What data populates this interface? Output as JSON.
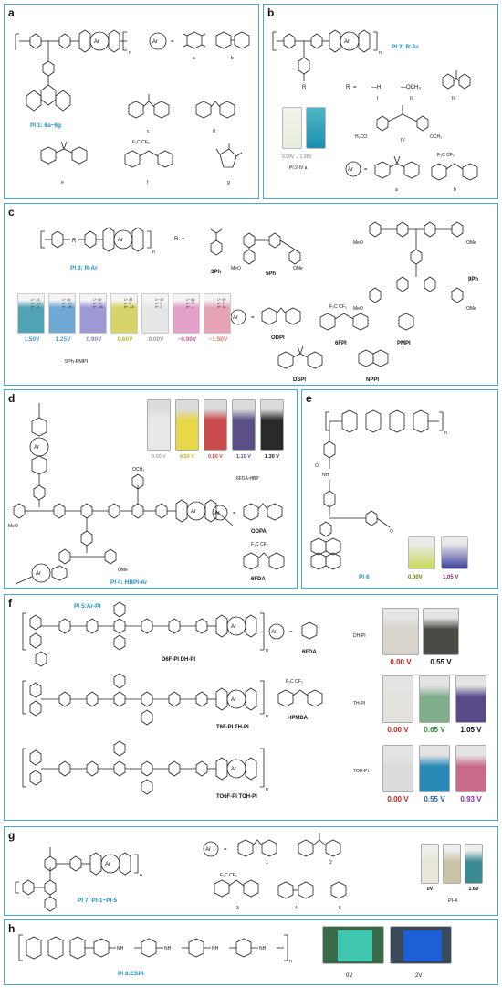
{
  "panels": {
    "a": {
      "letter": "a",
      "polymer": "PI 1:  6a~6g",
      "ar": "Ar",
      "n": "n",
      "eq": "=",
      "labels": [
        "a",
        "b",
        "c",
        "d",
        "e",
        "f",
        "g"
      ],
      "cf3": "F₃C   CF₃"
    },
    "b": {
      "letter": "b",
      "polymer": "PI 2:  R-Ar",
      "ar": "Ar",
      "n": "n",
      "R": "R",
      "eq": "=",
      "subs": [
        "—H",
        "—OCH₃",
        "",
        ""
      ],
      "roman": [
        "I",
        "II",
        "III",
        "IV"
      ],
      "h3co": "H₃CO",
      "och3": "OCH₃",
      "labels": [
        "a",
        "b"
      ],
      "voltage": "0.00V→ 1.28V",
      "vial": "PI 2-IV a",
      "cf3": "F₃C   CF₃"
    },
    "c": {
      "letter": "c",
      "polymer": "PI 3:   R-Ar",
      "ar": "Ar",
      "n": "n",
      "R": "R",
      "eq": "=",
      "subs": [
        "3Ph",
        "5Ph",
        "9Ph"
      ],
      "meo": "MeO",
      "ome": "OMe",
      "voltages": [
        "1.50V",
        "1.25V",
        "0.90V",
        "0.60V",
        "0.00V",
        "−0.90V",
        "−1.50V"
      ],
      "voltage_colors": [
        "#3f8fbe",
        "#5a9fcc",
        "#8a86c0",
        "#b9b828",
        "#9a9a9a",
        "#d0609a",
        "#e07070"
      ],
      "swatch_colors": [
        "#4fa3b5",
        "#6fa8d2",
        "#9e98d4",
        "#d6d36a",
        "#e6e6e6",
        "#e3a0c8",
        "#e7a3b6"
      ],
      "lab": [
        "L*: 45\na*: -13\nb*: -8",
        "L*: 46\na*: -10\nb*: -28",
        "L*: 60\na*: 10\nb*: -36",
        "L*: 83\na*: 8\nb*: -18",
        "L*: 93\na*: 0\nb*: 2",
        "L*: 66\na*: 32\nb*: -1",
        "L*: 60\na*: 37\nb*: 16"
      ],
      "sample": "9Ph-PMPI",
      "ar_labels": [
        "ODPI",
        "6FPI",
        "PMPI",
        "DSPI",
        "NPPI"
      ],
      "cf3": "F₃C   CF₃"
    },
    "d": {
      "letter": "d",
      "polymer": "PI 4:  HBPI-Ar",
      "ar": "Ar",
      "eq": "=",
      "och3": "OCH₃",
      "meo": "MeO",
      "ome": "OMe",
      "voltages": [
        "0.00 V",
        "0.50 V",
        "0.80 V",
        "1.10 V",
        "1.30 V"
      ],
      "voltage_colors": [
        "#aaaaaa",
        "#c9b500",
        "#d04040",
        "#5a3d8e",
        "#111111"
      ],
      "vial_colors": [
        "#e8e8e8",
        "#e9d74a",
        "#c94b4b",
        "#5b4f86",
        "#2a2a2a"
      ],
      "sample": "6FDA-HBP",
      "ar_labels": [
        "ODPA",
        "6FDA"
      ],
      "cf3": "F₃C   CF₃"
    },
    "e": {
      "letter": "e",
      "polymer": "PI 6",
      "n": "n",
      "nh": "NH",
      "o": "O",
      "voltages": [
        "0.00V",
        "1.05 V"
      ],
      "voltage_colors": [
        "#6f7a00",
        "#7a2a66"
      ],
      "vial_colors": [
        "#c9d95a",
        "#3f3f9a"
      ]
    },
    "f": {
      "letter": "f",
      "polymer": "PI 5:Ar-PI",
      "ar": "Ar",
      "n": "n",
      "eq": "=",
      "names": [
        "D6F-PI\nDH-PI",
        "T6F-PI\nTH-PI",
        "TO6F-PI\nTOH-PI"
      ],
      "ar_labels": [
        "6FDA",
        "HPMDA"
      ],
      "cf3": "F₃C   CF₃",
      "samples": [
        "DH-PI",
        "TH-PI",
        "TOH-PI"
      ],
      "dh": {
        "voltages": [
          "0.00 V",
          "0.55 V"
        ],
        "colors": [
          "#d02020",
          "#111111"
        ],
        "vials": [
          "#d8d4cc",
          "#4a4a44"
        ]
      },
      "th": {
        "voltages": [
          "0.00 V",
          "0.65 V",
          "1.05 V"
        ],
        "colors": [
          "#d02020",
          "#2a8a3a",
          "#111111"
        ],
        "vials": [
          "#e4e2dc",
          "#7fae8a",
          "#5a4a8a"
        ]
      },
      "toh": {
        "voltages": [
          "0.00 V",
          "0.55 V",
          "0.93 V"
        ],
        "colors": [
          "#d02020",
          "#2060c0",
          "#8a2ab0"
        ],
        "vials": [
          "#dcdcdc",
          "#2a8ab6",
          "#c86a8a"
        ]
      }
    },
    "g": {
      "letter": "g",
      "polymer": "PI 7:  PI-1~PI-5",
      "ar": "Ar",
      "n": "n",
      "eq": "=",
      "labels": [
        "1",
        "2",
        "3",
        "4",
        "5"
      ],
      "cf3": "F₃C   CF₃",
      "voltages": [
        "0V",
        "1.6V"
      ],
      "sample": "PI-4",
      "vial_colors": [
        "#e8e6d8",
        "#c9c3a6",
        "#3a8a92"
      ]
    },
    "h": {
      "letter": "h",
      "polymer": "PI 8:ESPI",
      "n": "n",
      "nh": "NH",
      "voltages": [
        "0V",
        "2V"
      ],
      "film_colors": [
        "#3fd6c0",
        "#1f5fd6"
      ]
    }
  }
}
